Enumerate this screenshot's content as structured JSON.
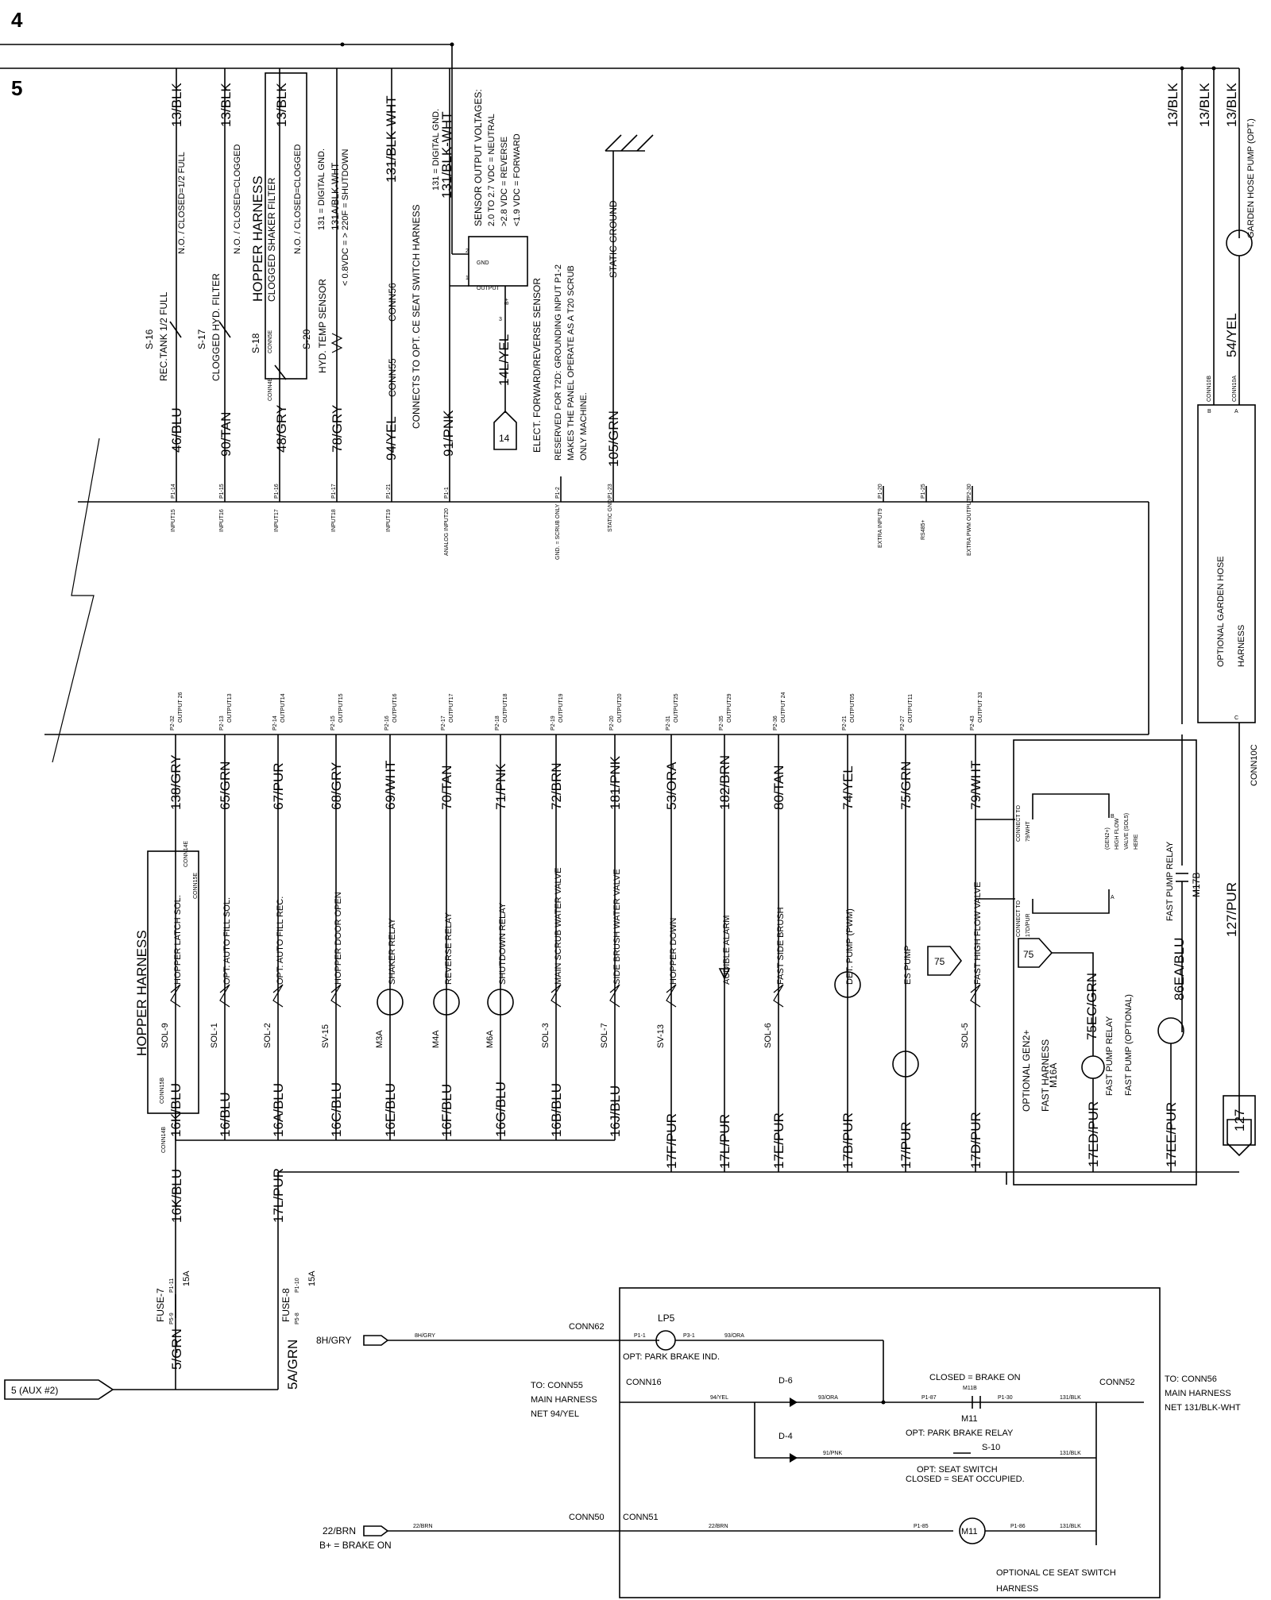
{
  "sheet": {
    "top_marker": "4",
    "section_marker": "5"
  },
  "right_rail": {
    "wires": [
      "13/BLK",
      "13/BLK",
      "13/BLK"
    ],
    "garden_pump_label": "GARDEN HOSE PUMP (OPT.)",
    "pump_wire": "54/YEL",
    "conn10a": "CONN10A",
    "conn10b": "CONN10B",
    "conn10c": "CONN10C",
    "harness_label": [
      "OPTIONAL GARDEN HOSE",
      "HARNESS"
    ],
    "pin_a": "A",
    "pin_b": "B",
    "pin_c": "C",
    "ref_box": "127",
    "wire_127": "127/PUR"
  },
  "inputs": {
    "col_s16": {
      "wire": "46/BLU",
      "top": "13/BLK",
      "name": "S-16",
      "desc": "REC.TANK 1/2 FULL",
      "note": "N.O. / CLOSED=1/2 FULL",
      "pin": "P1-14",
      "port": "INPUT15"
    },
    "col_s17": {
      "wire": "90/TAN",
      "top": "13/BLK",
      "name": "S-17",
      "desc": "CLOGGED HYD. FILTER",
      "note": "N.O. / CLOSED=CLOGGED",
      "pin": "P1-15",
      "port": "INPUT16"
    },
    "col_s18": {
      "wire": "48/GRY",
      "top": "13/BLK",
      "name": "S-18",
      "desc": "CLOGGED SHAKER FILTER",
      "note": "N.O. / CLOSED=CLOGGED",
      "harness": "HOPPER HARNESS",
      "conn_a": "CONN5E",
      "conn_b": "CONN4E",
      "pin": "P1-16",
      "port": "INPUT17"
    },
    "col_s20": {
      "wire": "78/GRY",
      "top": "131A/BLK-WHT",
      "name": "S-20",
      "desc": "HYD. TEMP SENSOR",
      "note1": "131 = DIGITAL GND.",
      "note2": "< 0.8VDC = > 220F = SHUTDOWN",
      "pin": "P1-17",
      "port": "INPUT18"
    },
    "col_94": {
      "wire": "94/YEL",
      "top": "131/BLK-WHT",
      "conn_a": "CONN56",
      "conn_b": "CONN55",
      "desc": "CONNECTS TO OPT. CE SEAT SWITCH HARNESS",
      "pin": "P1-21",
      "port": "INPUT19"
    },
    "col_91": {
      "wire": "91/PNK",
      "top": "131/BLK-WHT",
      "note1": "131 = DIGITAL GND.",
      "pin": "P1-1",
      "port": "ANALOG INPUT20"
    },
    "sensor": {
      "gnd": "GND",
      "output": "OUTPUT",
      "bplus": "B+",
      "pin1": "1",
      "pin2": "2",
      "pin3": "3",
      "voltages": [
        "SENSOR OUTPUT VOLTAGES:",
        "2.0 TO 2.7 VDC = NEUTRAL",
        ">2.8 VDC = REVERSE",
        "<1.9 VDC = FORWARD"
      ],
      "wire": "14L/YEL",
      "ref_box": "14",
      "label": "ELECT. FORWARD/REVERSE SENSOR"
    },
    "col_t2d": {
      "lines": [
        "RESERVED FOR T2D: GROUNDING INPUT P1-2",
        "MAKES THE PANEL OPERATE AS A T20 SCRUB",
        "ONLY MACHINE."
      ],
      "pin": "P1-2",
      "port": "GND. = SCRUB ONLY"
    },
    "col_ground": {
      "wire": "105/GRN",
      "desc": "STATIC GROUND",
      "pin": "P1-23",
      "port": "STATIC GND."
    },
    "extra": [
      {
        "pin": "P1-20",
        "port": "EXTRA INPUT9"
      },
      {
        "pin": "P1-25",
        "port": "RS485+"
      },
      {
        "pin": "P2-30",
        "port": "EXTRA PWM OUTPUT"
      }
    ]
  },
  "outputs": {
    "cols": [
      {
        "pin": "P2-32",
        "port": "OUTPUT 26",
        "wire": "138/GRY",
        "bottom": "16K/BLU",
        "desc": "HOPPER LATCH SOL.",
        "name": "SOL-9"
      },
      {
        "pin": "P2-13",
        "port": "OUTPUT13",
        "wire": "65/GRN",
        "bottom": "16/BLU",
        "desc": "OPT: AUTO FILL SOL.",
        "name": "SOL-1"
      },
      {
        "pin": "P2-14",
        "port": "OUTPUT14",
        "wire": "67/PUR",
        "bottom": "16A/BLU",
        "desc": "OPT: AUTO FILL REC.",
        "name": "SOL-2"
      },
      {
        "pin": "P2-15",
        "port": "OUTPUT15",
        "wire": "68/GRY",
        "bottom": "16C/BLU",
        "desc": "HOPPER DOOR OPEN",
        "name": "SV-15"
      },
      {
        "pin": "P2-16",
        "port": "OUTPUT16",
        "wire": "69/WHT",
        "bottom": "16E/BLU",
        "desc": "SHAKER RELAY",
        "name": "M3A"
      },
      {
        "pin": "P2-17",
        "port": "OUTPUT17",
        "wire": "70/TAN",
        "bottom": "16F/BLU",
        "desc": "REVERSE RELAY",
        "name": "M4A"
      },
      {
        "pin": "P2-18",
        "port": "OUTPUT18",
        "wire": "71/PNK",
        "bottom": "16G/BLU",
        "desc": "SHUTDOWN RELAY",
        "name": "M6A"
      },
      {
        "pin": "P2-19",
        "port": "OUTPUT19",
        "wire": "72/BRN",
        "bottom": "16B/BLU",
        "desc": "MAIN SCRUB WATER VALVE",
        "name": "SOL-3"
      },
      {
        "pin": "P2-20",
        "port": "OUTPUT20",
        "wire": "181/PNK",
        "bottom": "16J/BLU",
        "desc": "SIDE BRUSH WATER VALVE",
        "name": "SOL-7"
      },
      {
        "pin": "P2-31",
        "port": "OUTPUT25",
        "wire": "53/ORA",
        "bottom": "17F/PUR",
        "desc": "HOPPER DOWN",
        "name": "SV-13"
      },
      {
        "pin": "P2-35",
        "port": "OUTPUT29",
        "wire": "182/BRN",
        "bottom": "17L/PUR",
        "desc": "AUDIBLE ALARM",
        "name": ""
      },
      {
        "pin": "P2-36",
        "port": "OUTPUT 24",
        "wire": "80/TAN",
        "bottom": "17E/PUR",
        "desc": "FAST SIDE BRUSH",
        "name": "SOL-6"
      },
      {
        "pin": "P2-21",
        "port": "OUTPUT05",
        "wire": "74/YEL",
        "bottom": "17B/PUR",
        "desc": "DET. PUMP (PWM)",
        "name": ""
      },
      {
        "pin": "P2-27",
        "port": "OUTPUT11",
        "wire": "75/GRN",
        "bottom": "17/PUR",
        "desc": "ES PUMP",
        "name": ""
      },
      {
        "pin": "P2-43",
        "port": "OUTPUT 33",
        "wire": "79/WHT",
        "bottom": "17D/PUR",
        "desc": "FAST HIGH FLOW VALVE",
        "name": "SOL-5"
      }
    ],
    "hopper_harness": "HOPPER HARNESS",
    "conn14e": "CONN14E",
    "conn15e": "CONN15E",
    "conn15b": "CONN15B",
    "conn14b": "CONN14B",
    "ref75": "75",
    "gen2": {
      "connect_top": [
        "CONNECT TO",
        "79/WHT"
      ],
      "connect_bot": [
        "CONNECT TO",
        "17D/PUR"
      ],
      "high_flow": [
        "(GEN2+)",
        "HIGH FLOW",
        "VALVE (SOL5)",
        "HERE"
      ],
      "relay": "FAST PUMP RELAY",
      "m17b": "M17B",
      "w86": "86EA/BLU",
      "ref75": "75",
      "w75ec": "75EC/GRN",
      "m16a": "M16A",
      "fp_relay": "FAST PUMP RELAY",
      "fp_opt": "FAST PUMP (OPTIONAL)",
      "harness": [
        "OPTIONAL GEN2+",
        "FAST HARNESS"
      ],
      "w17ed": "17ED/PUR",
      "w17ee": "17EE/PUR",
      "pin_a": "A",
      "pin_b": "B"
    }
  },
  "power": {
    "fuse7": {
      "name": "FUSE-7",
      "rating": "15A",
      "pin": "P1-11",
      "pin2": "P5-9",
      "wire_top": "16K/BLU",
      "wire_bot": "5/GRN"
    },
    "fuse8": {
      "name": "FUSE-8",
      "rating": "15A",
      "pin": "P1-10",
      "pin2": "P5-8",
      "wire_top": "17L/PUR",
      "wire_bot": "5A/GRN"
    },
    "aux": "5   (AUX #2)"
  },
  "seat": {
    "w8h": "8H/GRY",
    "conn62": "CONN62",
    "lp5": "LP5",
    "p1_1": "P1-1",
    "p3_1": "P3-1",
    "w93": "93/ORA",
    "park_ind": "OPT: PARK BRAKE IND.",
    "to55": [
      "TO: CONN55",
      "MAIN HARNESS",
      "NET 94/YEL"
    ],
    "conn16": "CONN16",
    "w94": "94/YEL",
    "d6": "D-6",
    "w93b": "93/ORA",
    "closed_brake": "CLOSED = BRAKE ON",
    "m11b": "M11B",
    "p1_87": "P1-87",
    "p1_30": "P1-30",
    "m11": "M11",
    "w131": "131/BLK",
    "conn52": "CONN52",
    "to56": [
      "TO: CONN56",
      "MAIN HARNESS",
      "NET 131/BLK-WHT"
    ],
    "park_relay": "OPT: PARK BRAKE RELAY",
    "d4": "D-4",
    "w91": "91/PNK",
    "s10": "S-10",
    "w131b": "131/BLK",
    "seat_sw": "OPT: SEAT SWITCH",
    "closed_seat": "CLOSED = SEAT OCCUPIED.",
    "w22": "22/BRN",
    "w22b": "22/BRN",
    "w22c": "22/BRN",
    "bplus": "B+ = BRAKE ON",
    "conn50": "CONN50",
    "conn51": "CONN51",
    "p1_85": "P1-85",
    "p1_86": "P1-86",
    "m11c": "M11",
    "w131c": "131/BLK",
    "harness": [
      "OPTIONAL CE SEAT SWITCH",
      "HARNESS"
    ]
  }
}
